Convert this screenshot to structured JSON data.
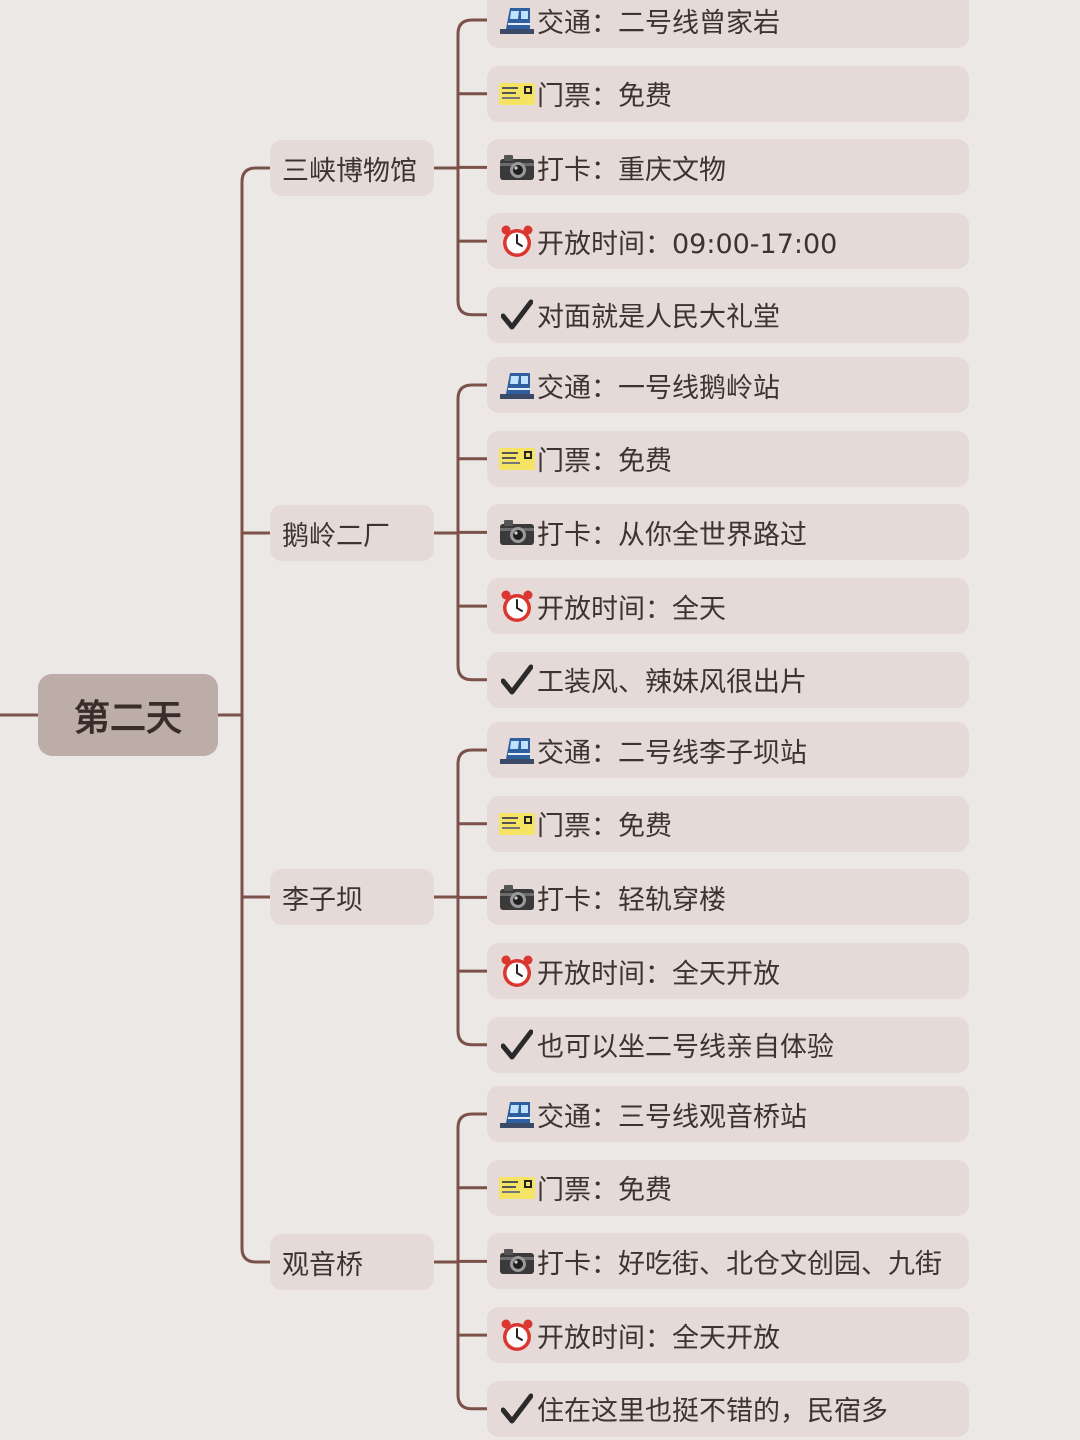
{
  "root": {
    "label": "第二天"
  },
  "branches": [
    {
      "place": "三峡博物馆",
      "items": [
        {
          "icon": "metro-train-icon",
          "text": "交通：二号线曾家岩"
        },
        {
          "icon": "ticket-icon",
          "text": "门票：免费"
        },
        {
          "icon": "camera-icon",
          "text": "打卡：重庆文物"
        },
        {
          "icon": "alarm-clock-icon",
          "text": "开放时间：09:00-17:00"
        },
        {
          "icon": "check-mark-icon",
          "text": "对面就是人民大礼堂"
        }
      ]
    },
    {
      "place": "鹅岭二厂",
      "items": [
        {
          "icon": "metro-train-icon",
          "text": "交通：一号线鹅岭站"
        },
        {
          "icon": "ticket-icon",
          "text": "门票：免费"
        },
        {
          "icon": "camera-icon",
          "text": "打卡：从你全世界路过"
        },
        {
          "icon": "alarm-clock-icon",
          "text": "开放时间：全天"
        },
        {
          "icon": "check-mark-icon",
          "text": "工装风、辣妹风很出片"
        }
      ]
    },
    {
      "place": "李子坝",
      "items": [
        {
          "icon": "metro-train-icon",
          "text": "交通：二号线李子坝站"
        },
        {
          "icon": "ticket-icon",
          "text": "门票：免费"
        },
        {
          "icon": "camera-icon",
          "text": "打卡：轻轨穿楼"
        },
        {
          "icon": "alarm-clock-icon",
          "text": "开放时间：全天开放"
        },
        {
          "icon": "check-mark-icon",
          "text": "也可以坐二号线亲自体验"
        }
      ]
    },
    {
      "place": "观音桥",
      "items": [
        {
          "icon": "metro-train-icon",
          "text": "交通：三号线观音桥站"
        },
        {
          "icon": "ticket-icon",
          "text": "门票：免费"
        },
        {
          "icon": "camera-icon",
          "text": "打卡：好吃街、北仓文创园、九街"
        },
        {
          "icon": "alarm-clock-icon",
          "text": "开放时间：全天开放"
        },
        {
          "icon": "check-mark-icon",
          "text": "住在这里也挺不错的，民宿多"
        }
      ]
    }
  ],
  "colors": {
    "background": "#ece8e6",
    "root": "#bdada8",
    "node": "#e5dad8",
    "line": "#7b5149",
    "text": "#3d3330"
  }
}
